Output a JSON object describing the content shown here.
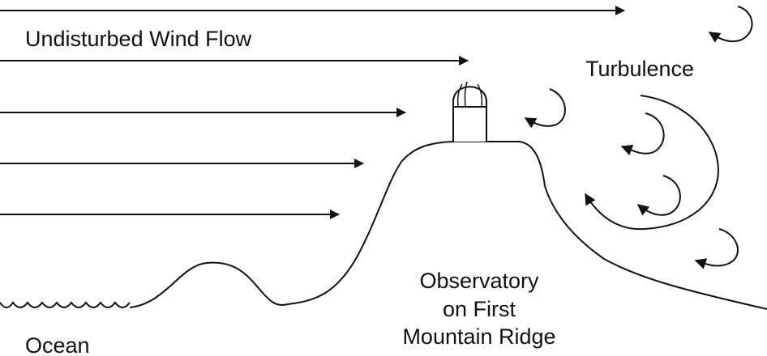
{
  "labels": {
    "wind": "Undisturbed Wind Flow",
    "turbulence": "Turbulence",
    "observatory_line1": "Observatory",
    "observatory_line2": "on First",
    "observatory_line3": "Mountain Ridge",
    "ocean": "Ocean"
  },
  "colors": {
    "ink": "#111111",
    "background": "#ffffff",
    "dome_fill": "#ffffff"
  },
  "icons": {
    "wind_arrow": "arrow-right-icon",
    "eddy": "curved-arrow-icon",
    "observatory": "observatory-dome-icon",
    "waves": "ocean-waves-icon"
  }
}
